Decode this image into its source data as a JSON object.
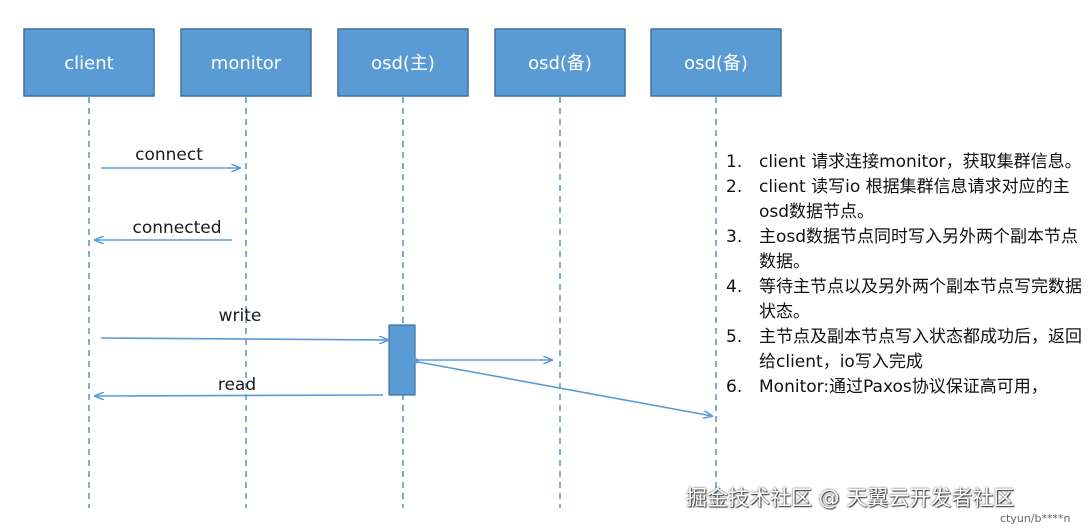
{
  "participants": [
    {
      "id": "client",
      "label": "client"
    },
    {
      "id": "monitor",
      "label": "monitor"
    },
    {
      "id": "osd-primary",
      "label": "osd(主)"
    },
    {
      "id": "osd-backup-1",
      "label": "osd(备)"
    },
    {
      "id": "osd-backup-2",
      "label": "osd(备)"
    }
  ],
  "messages": [
    {
      "id": "connect",
      "label": "connect",
      "from": "client",
      "to": "monitor"
    },
    {
      "id": "connected",
      "label": "connected",
      "from": "monitor",
      "to": "client"
    },
    {
      "id": "write",
      "label": "write",
      "from": "client",
      "to": "osd-primary"
    },
    {
      "id": "read",
      "label": "read",
      "from": "osd-primary",
      "to": "client"
    },
    {
      "id": "replicate",
      "label": "",
      "from": "osd-primary",
      "to": "osd-backup-1"
    },
    {
      "id": "replicate-2",
      "label": "",
      "from": "osd-primary",
      "to": "osd-backup-2"
    }
  ],
  "notes": [
    {
      "num": "1.",
      "text": "client 请求连接monitor，获取集群信息。"
    },
    {
      "num": "2.",
      "text": "client 读写io 根据集群信息请求对应的主osd数据节点。"
    },
    {
      "num": "3.",
      "text": "主osd数据节点同时写入另外两个副本节点数据。"
    },
    {
      "num": "4.",
      "text": "等待主节点以及另外两个副本节点写完数据状态。"
    },
    {
      "num": "5.",
      "text": "主节点及副本节点写入状态都成功后，返回给client，io写入完成"
    },
    {
      "num": "6.",
      "text": "Monitor:通过Paxos协议保证高可用，"
    }
  ],
  "watermark": "掘金技术社区 @ 天翼云开发者社区",
  "credit": "ctyun/b****n",
  "colors": {
    "box_fill": "#5b9bd5",
    "box_stroke": "#41719c",
    "line": "#5b8fc8",
    "arrow": "#5b9bd5"
  }
}
